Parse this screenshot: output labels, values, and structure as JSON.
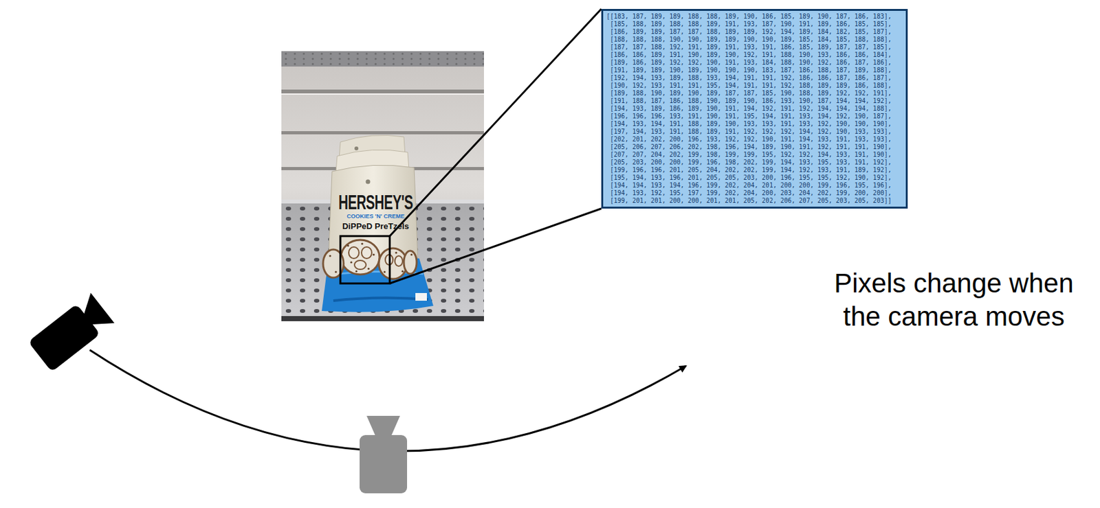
{
  "diagram": {
    "nodes": [
      {
        "text": [
          "[[183, 187, 189, 189, 188, 188, 189, 190, 186, 185, 189, 190, 187, 186, 183], [185, 188, 189, 188, 188, 189, 191, 193, 187, 190, 191, 189, 186, 185, 185], [186, 189, 189, 187, 187, 188, 189, 189, 192, 194, 189, 184, 182, 185, 187], [188, 188, 188, 190, 190, 189, 189, 190, 190, 189, 185, 184, 185, 188, 188], [187, 187, 188, 192, 191, 189, 191, 193, 191, 186, 185, 189, 187, 187, 185], [186, 186, 189, 191, 190, 189, 190, 192, 191, 188, 190, 193, 186, 186, 184], [189, 186, 189, 192, 192, 190, 191, 193, 184, 188, 190, 192, 186, 187, 186], [191, 189, 189, 190, 189, 190, 190, 190, 183, 187, 186, 188, 187, 189, 188], [192, 194, 193, 189, 188, 193, 194, 191, 191, 192, 186, 186, 187, 186, 187], [190, 192, 193, 191, 191, 195, 194, 191, 191, 192, 188, 189, 189, 186, 188], [189, 188, 190, 189, 190, 189, 187, 187, 185, 190, 188, 189, 192, 192, 191], [191, 188, 187, 186, 188, 190, 189, 190, 186, 193, 190, 187, 194, 194, 192], [194, 193, 189, 186, 189, 190, 191, 194, 192, 191, 192, 194, 194, 194, 188], [196, 196, 196, 193, 191, 190, 191, 195, 194, 191, 193, 194, 192, 190, 187], [194, 193, 194, 191, 188, 189, 190, 193, 193, 191, 193, 192, 190, 190, 190], [197, 194, 193, 191, 188, 189, 191, 192, 192, 192, 194, 192, 190, 193, 193], [202, 201, 202, 200, 196, 193, 192, 192, 190, 191, 194, 193, 191, 193, 193], [205, 206, 207, 206, 202, 198, 196, 194, 189, 190, 191, 192, 191, 191, 190], [207, 207, 204, 202, 199, 198, 199, 199, 195, 192, 192, 194, 193, 191, 190], [205, 203, 200, 200, 199, 196, 198, 202, 199, 194, 193, 195, 193, 191, 192], [199, 196, 196, 201, 205, 204, 202, 202, 199, 194, 192, 193, 191, 189, 192], [195, 194, 193, 196, 201, 205, 205, 203, 200, 196, 195, 195, 192, 190, 192], [194, 194, 193, 194, 196, 199, 202, 204, 201, 200, 200, 199, 196, 195, 196], [194, 193, 192, 195, 197, 199, 202, 204, 200, 203, 204, 202, 199, 200, 200], [199, 201, 201, 200, 200, 201, 201, 205, 202, 206, 207, 205, 203, 205, 203]]"
        ]
      }
    ],
    "labels": [
      "HERSHEY'S",
      "COOKIES 'N' CREME",
      "DiPPeD PreTzels",
      "Pixels change when the camera moves"
    ]
  }
}
